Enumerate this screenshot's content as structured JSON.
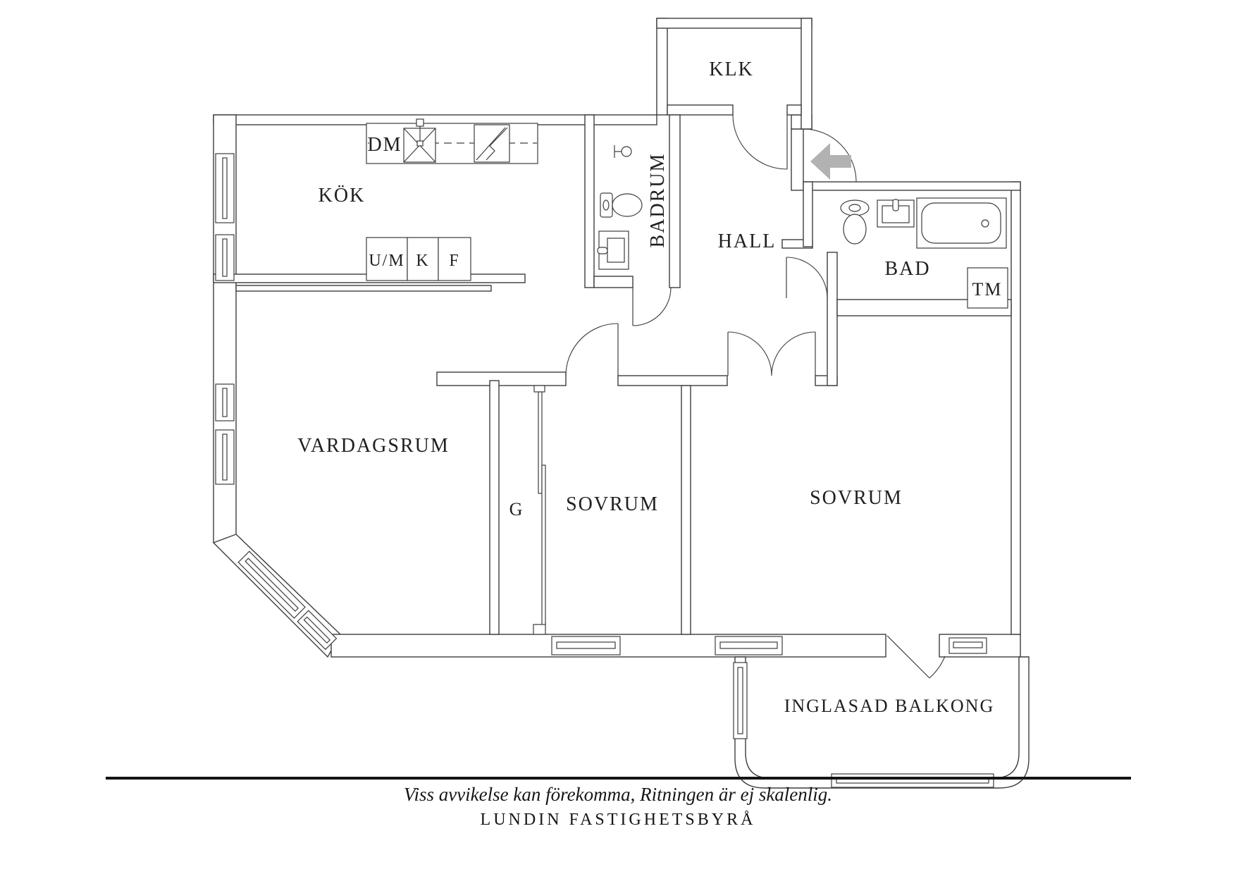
{
  "floorplan": {
    "rooms": {
      "klk": "KLK",
      "kok": "KÖK",
      "badrum": "BADRUM",
      "hall": "HALL",
      "bad": "BAD",
      "vardagsrum": "VARDAGSRUM",
      "garderob": "G",
      "sovrum1": "SOVRUM",
      "sovrum2": "SOVRUM",
      "balkong": "INGLASAD BALKONG"
    },
    "appliances": {
      "dm": "DM",
      "um": "U/M",
      "k": "K",
      "f": "F",
      "tm": "TM"
    },
    "colors": {
      "line": "#3d3d3d",
      "text": "#1f1f1f",
      "entry_arrow": "#b2b2b2",
      "background": "#ffffff"
    }
  },
  "footer": {
    "disclaimer": "Viss avvikelse kan förekomma, Ritningen är ej skalenlig.",
    "brand": "LUNDIN FASTIGHETSBYRÅ"
  }
}
